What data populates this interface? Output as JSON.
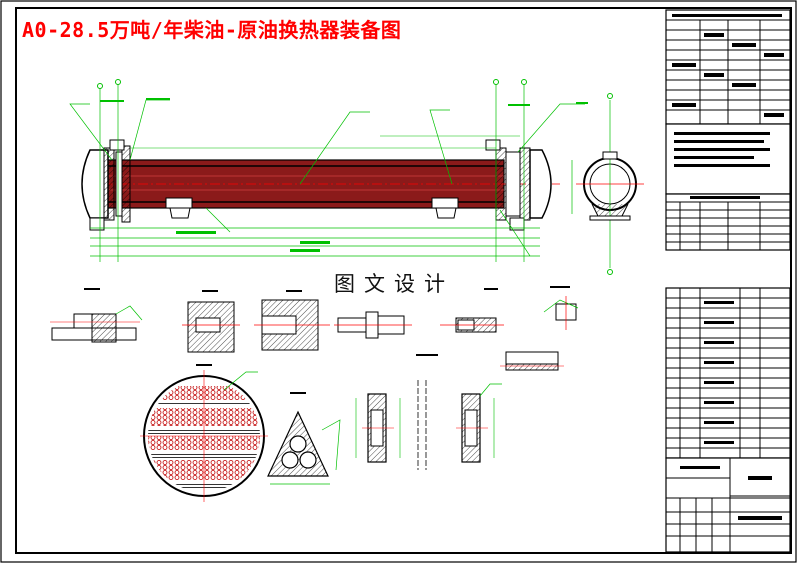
{
  "drawing": {
    "title": "A0-28.5万吨/年柴油-原油换热器装备图",
    "watermark": "图文设计"
  },
  "colors": {
    "background": "#ffffff",
    "outline": "#000000",
    "leader": "#00c000",
    "centerline": "#ff0000",
    "tube_band": "#8b1a1a",
    "title": "#ff0000"
  },
  "views": [
    "main-elevation-view",
    "end-view",
    "detail-views",
    "tube-sheet-layout",
    "tube-arrangement-detail",
    "title-block",
    "parts-list"
  ]
}
